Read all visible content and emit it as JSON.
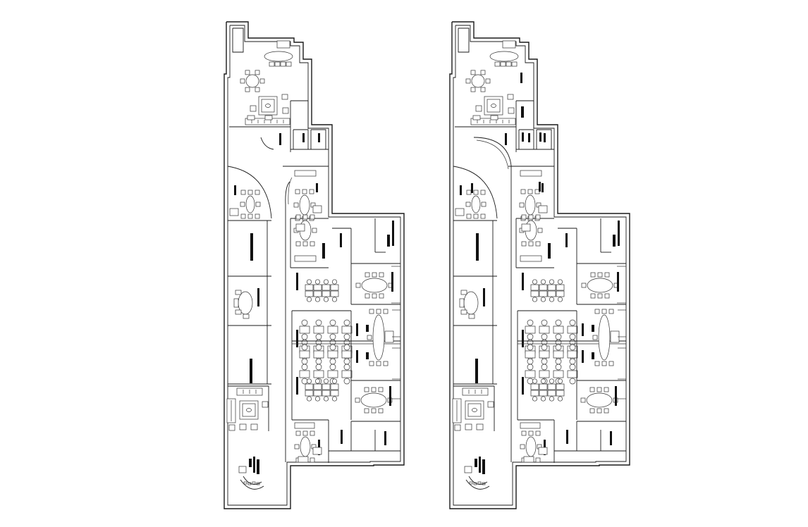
{
  "drawing": {
    "plans": [
      {
        "id": "plan-left",
        "variant": "a"
      },
      {
        "id": "plan-right",
        "variant": "b"
      }
    ],
    "colors": {
      "background": "#ffffff",
      "line": "#1a1a1a",
      "fill": "#111111"
    }
  }
}
